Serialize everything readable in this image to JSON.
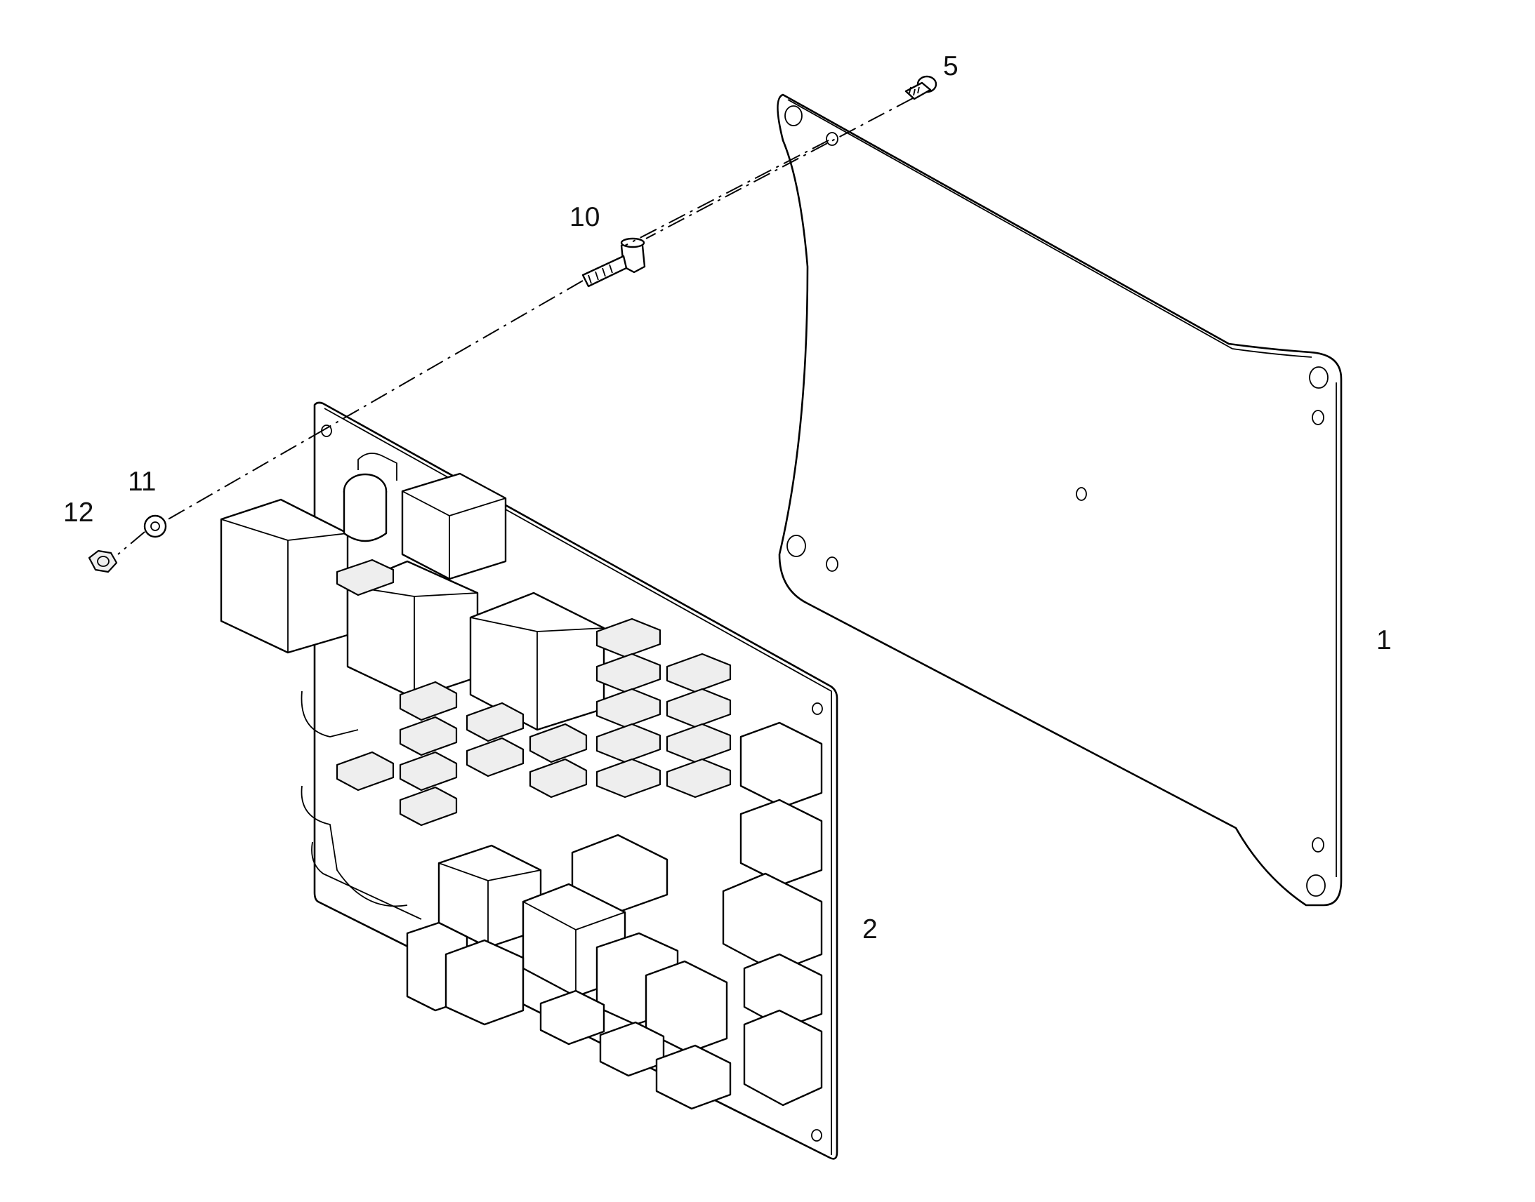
{
  "callouts": [
    {
      "id": "1",
      "label": "1"
    },
    {
      "id": "2",
      "label": "2"
    },
    {
      "id": "5",
      "label": "5"
    },
    {
      "id": "10",
      "label": "10"
    },
    {
      "id": "11",
      "label": "11"
    },
    {
      "id": "12",
      "label": "12"
    }
  ],
  "line_color": "#000000",
  "background": "#ffffff"
}
